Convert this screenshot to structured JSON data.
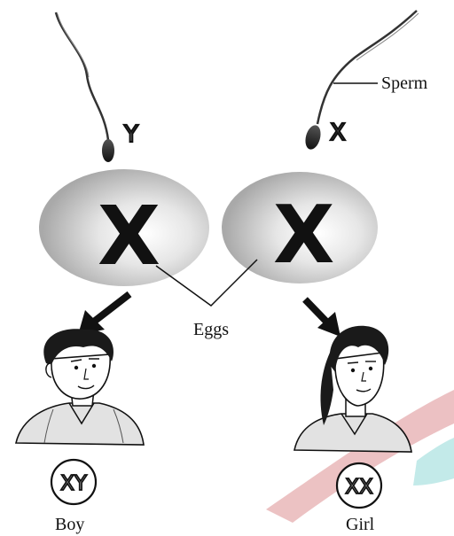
{
  "labels": {
    "sperm": "Sperm",
    "eggs": "Eggs",
    "boy": "Boy",
    "girl": "Girl"
  },
  "chromosomes": {
    "left_sperm": "Y",
    "right_sperm": "X",
    "left_egg": "X",
    "right_egg": "X",
    "boy": "XY",
    "girl": "XX"
  },
  "colors": {
    "ink": "#111111",
    "egg_fill": "#d9d9d9",
    "ribbon_pink": "#e9b7b9",
    "ribbon_cyan": "#b9e7e6"
  }
}
